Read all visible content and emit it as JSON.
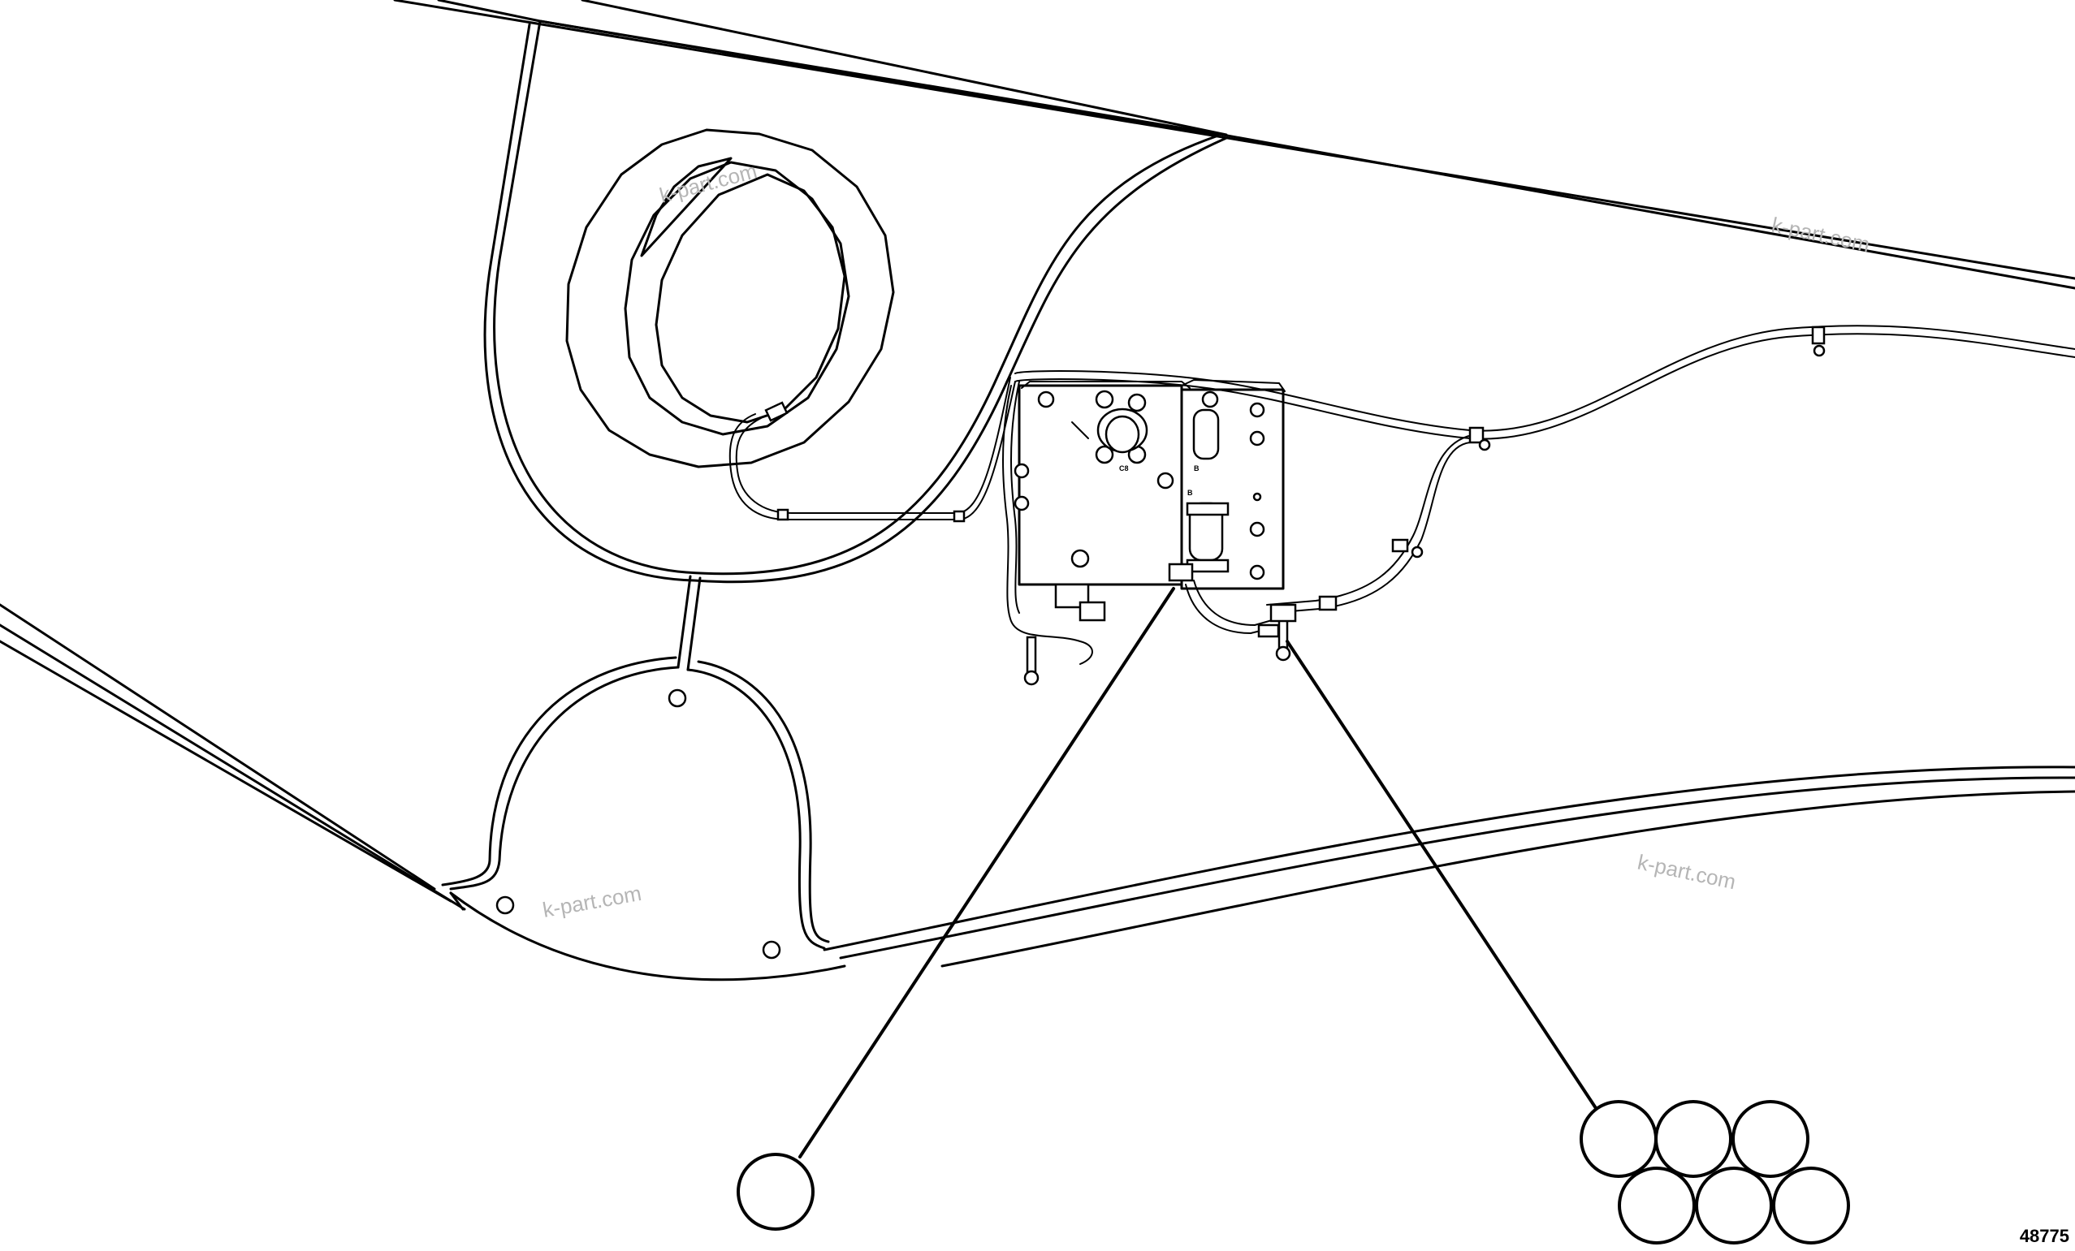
{
  "figure_number": "48775",
  "watermarks": [
    "k-part.com",
    "k-part.com",
    "k-part.com",
    "k-part.com"
  ],
  "panel_labels": [
    "C8",
    "B",
    "B"
  ],
  "callouts": {
    "single": {
      "label": ""
    },
    "group": {
      "labels": [
        "",
        "",
        "",
        "",
        "",
        ""
      ]
    }
  }
}
